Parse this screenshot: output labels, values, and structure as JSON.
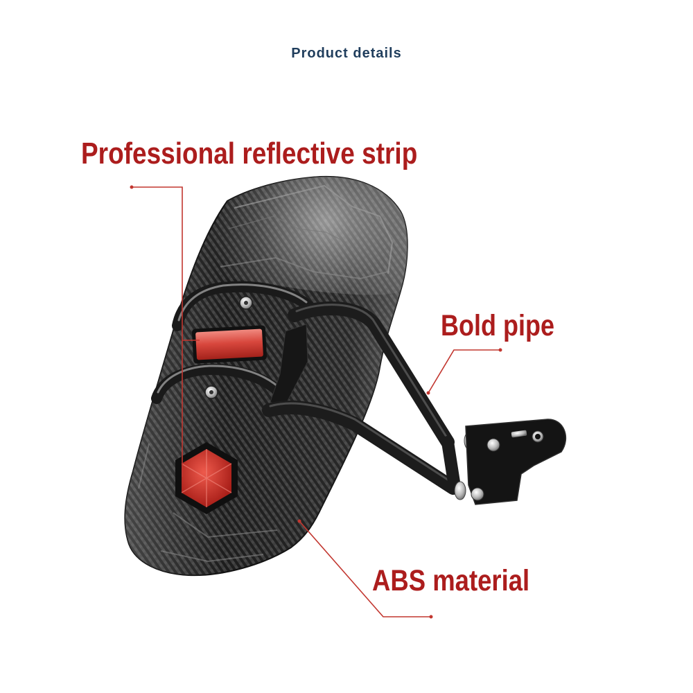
{
  "header": {
    "title": "Product details"
  },
  "callouts": {
    "reflective_strip": "Professional reflective strip",
    "bold_pipe": "Bold pipe",
    "abs_material": "ABS material"
  },
  "colors": {
    "background": "#ffffff",
    "title": "#1f3d5c",
    "callout_text": "#ac1d1d",
    "callout_line": "#c2362f",
    "reflector": "#c8302a",
    "bracket": "#1c1c1c"
  }
}
